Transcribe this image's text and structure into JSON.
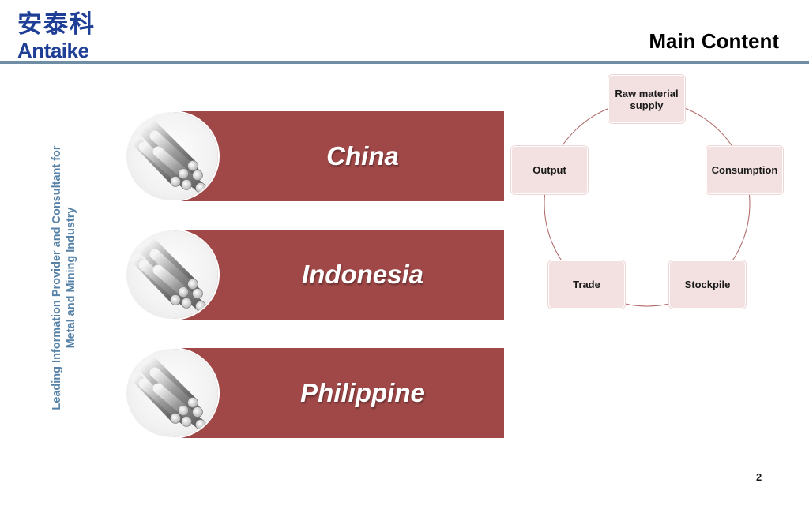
{
  "header": {
    "logo_cn": "安泰科",
    "logo_en": "Antaike",
    "title": "Main Content"
  },
  "tagline": {
    "line1": "Leading Information Provider and Consultant for",
    "line2": "Metal and Mining Industry"
  },
  "countries": [
    {
      "label": "China",
      "image": "metal-rods-bundle"
    },
    {
      "label": "Indonesia",
      "image": "metal-rods-bundle"
    },
    {
      "label": "Philippine",
      "image": "metal-rods-bundle"
    }
  ],
  "cycle": {
    "nodes": [
      {
        "label": "Raw material supply"
      },
      {
        "label": "Consumption"
      },
      {
        "label": "Stockpile"
      },
      {
        "label": "Trade"
      },
      {
        "label": "Output"
      }
    ],
    "colors": {
      "node_fill": "#f3e0e0",
      "ring": "#a04848"
    }
  },
  "colors": {
    "brand": "#1f3f97",
    "band": "#a04848",
    "rule": "#6f8ea5",
    "tagline": "#5782a8"
  },
  "footer": {
    "page_number": "2"
  }
}
